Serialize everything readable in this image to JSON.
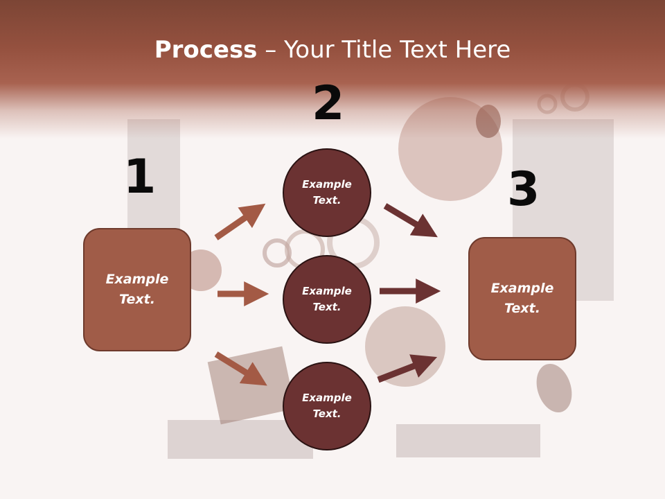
{
  "title": {
    "bold": "Process",
    "rest": " – Your Title Text Here"
  },
  "steps": [
    {
      "number": "1",
      "text": "Example\nText."
    },
    {
      "number": "2",
      "text": "Example\nText."
    },
    {
      "number": "3",
      "text": "Example\nText."
    }
  ],
  "circles": [
    {
      "text": "Example\nText."
    },
    {
      "text": "Example\nText."
    },
    {
      "text": "Example\nText."
    }
  ],
  "colors": {
    "header": "#95513f",
    "box_fill": "#a05c48",
    "circle_fill": "#6b3232",
    "arrow_left": "#a35a45",
    "arrow_right": "#6b3232"
  }
}
